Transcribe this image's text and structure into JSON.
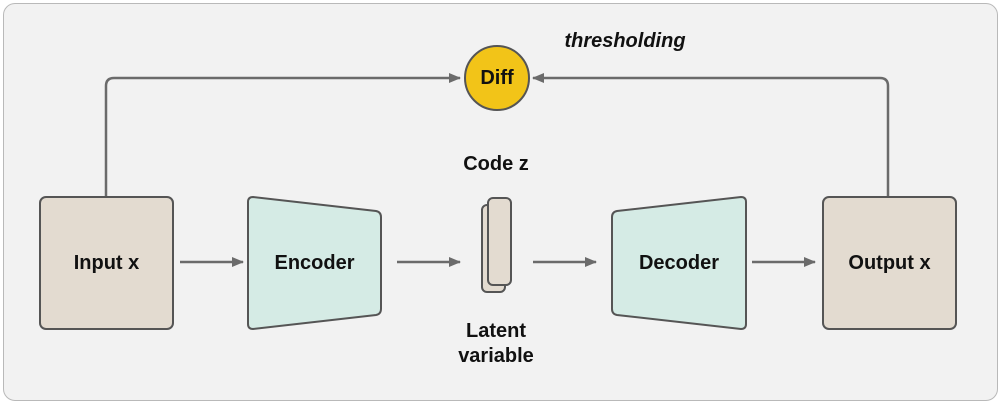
{
  "diagram": {
    "input_label": "Input x",
    "encoder_label": "Encoder",
    "decoder_label": "Decoder",
    "output_label": "Output x",
    "code_label": "Code z",
    "latent_label_line1": "Latent",
    "latent_label_line2": "variable",
    "diff_label": "Diff",
    "threshold_label": "thresholding"
  },
  "colors": {
    "panel_bg": "#f2f2f2",
    "io_box": "#e3dbd0",
    "coder_fill": "#d5ebe5",
    "diff_fill": "#f2c418",
    "arrow": "#6b6b6b",
    "outline": "#555555"
  }
}
